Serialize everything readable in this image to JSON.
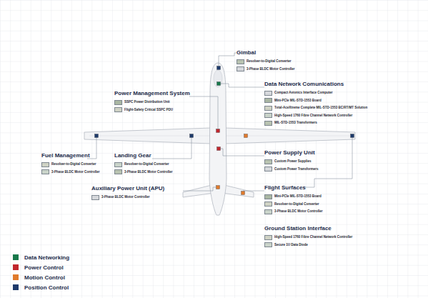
{
  "diagram": {
    "nodes": [
      {
        "text": [
          "Gimbal",
          "Resolver-to-Digital Converter",
          "3-Phase BLDC Motor Controller"
        ]
      },
      {
        "text": [
          "Data Network Comunications",
          "Compact Avionics Interface Computer",
          "Mini-PCIe MIL-STD-1553 Board",
          "Total-AceXtreme Complete MIL-STD-1553 BC/RT/MT Solution",
          "High-Speed 1760 Fibre Channel Network Controller",
          "MIL-STD-1553 Transformers"
        ]
      },
      {
        "text": [
          "Power Management System",
          "SSPC Power Distribution Unit",
          "Flight-Safety Critical SSPC PDU"
        ]
      },
      {
        "text": [
          "Fuel Management",
          "Resolver-to-Digital Converter",
          "3-Phase BLDC Motor Controller"
        ]
      },
      {
        "text": [
          "Landing Gear",
          "Resolver-to-Digital Converter",
          "3-Phase BLDC Motor Controller"
        ]
      },
      {
        "text": [
          "Power Supply Unit",
          "Custom Power Supplies",
          "Custom Power Transformers"
        ]
      },
      {
        "text": [
          "Auxiliary Power Unit (APU)",
          "3-Phase BLDC Motor Controller"
        ]
      },
      {
        "text": [
          "Flight Surfaces",
          "Mini-PCIe MIL-STD-1553 Board",
          "Resolver-to-Digital Converter",
          "3-Phase BLDC Motor Controller"
        ]
      },
      {
        "text": [
          "Ground Station Interface",
          "High-Speed 1760 Fibre Channel Network Controller",
          "Secure 1U Data Diode"
        ]
      }
    ],
    "legend": [
      {
        "text": "Data Networking",
        "color": "#17784a"
      },
      {
        "text": "Power Control",
        "color": "#c1272d"
      },
      {
        "text": "Motion Control",
        "color": "#e07a2c"
      },
      {
        "text": "Position Control",
        "color": "#1e3a6a"
      }
    ]
  }
}
